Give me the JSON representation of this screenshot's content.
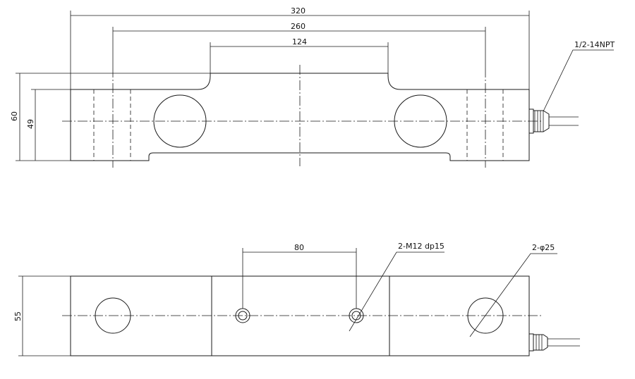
{
  "top_view": {
    "dim_total_length": "320",
    "dim_hole_spacing": "260",
    "dim_raised_length": "124",
    "dim_height": "60",
    "dim_body_height": "49",
    "thread_label": "1/2-14NPT"
  },
  "bottom_view": {
    "dim_bolt_spacing": "80",
    "tapped_hole_label": "2-M12 dp15",
    "through_hole_label": "2-φ25",
    "dim_width": "55"
  }
}
